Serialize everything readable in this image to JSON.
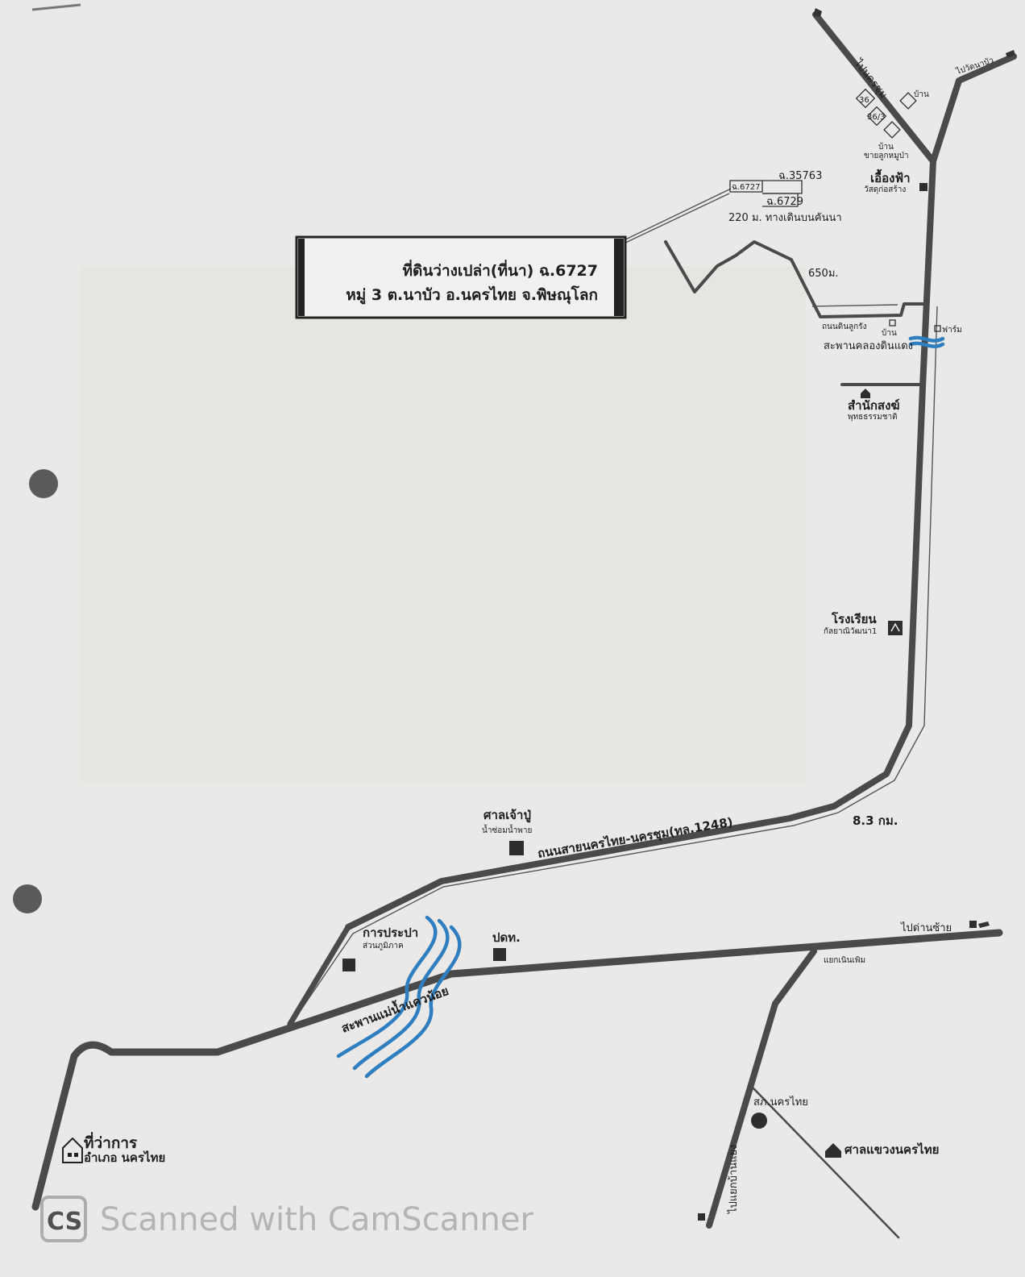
{
  "title_box": {
    "line1": "ที่ดินว่างเปล่า(ที่นา) ฉ.6727",
    "line2": "หมู่  3  ต.นาบัว อ.นครไทย จ.พิษณุโลก"
  },
  "directions": {
    "to_nakhon_chum": "ไปนครชุม",
    "to_wat_na_bua": "ไปวัดนาบัว",
    "to_dan_sai": "ไปด่านซ้าย",
    "to_yaek_ban_daeng": "ไปแยกบ้านแยง"
  },
  "parcels": {
    "main": "ฉ.6727",
    "p2": "ฉ.35763",
    "p3": "ฉ.6729",
    "walkway": "220 ม. ทางเดินบนคันนา",
    "h36": "36",
    "h36_3": "36/3"
  },
  "labels": {
    "house1": "บ้าน",
    "house2": "บ้าน",
    "pork_seller": "ขายลูกหมูป่า",
    "euang_fah": "เอื้องฟ้า",
    "euang_fah_sub": "วัสดุก่อสร้าง",
    "dist_650": "650ม.",
    "dirt_road": "ถนนดินลูกรัง",
    "house3": "บ้าน",
    "farm": "ฟาร์ม",
    "bridge_khlong": "สะพานคลองดินแดง",
    "monastery": "สำนักสงฆ์",
    "monastery_sub": "พุทธธรรมชาติ",
    "school": "โรงเรียน",
    "school_sub": "กัลยาณิวัฒนา1",
    "shrine": "ศาลเจ้าปู่",
    "shrine_sub": "น้ำซ่อมน้ำพาย",
    "highway": "ถนนสายนครไทย-นครชุม(ทล.1248)",
    "dist_83": "8.3 กม.",
    "waterworks": "การประปา",
    "waterworks_sub": "ส่วนภูมิภาค",
    "post_office": "ปดท.",
    "bridge_kwae": "สะพานแม่น้ำแควน้อย",
    "junction": "แยกเนินเพิม",
    "police": "สภ.นครไทย",
    "court": "ศาลแขวงนครไทย",
    "district_office_1": "ที่ว่าการ",
    "district_office_2": "อำเภอ นครไทย"
  },
  "watermark": {
    "logo": "CS",
    "text": "Scanned with CamScanner"
  },
  "colors": {
    "road": "#4a4a4a",
    "river": "#2f7fc0",
    "paper": "#e9e8e6"
  }
}
